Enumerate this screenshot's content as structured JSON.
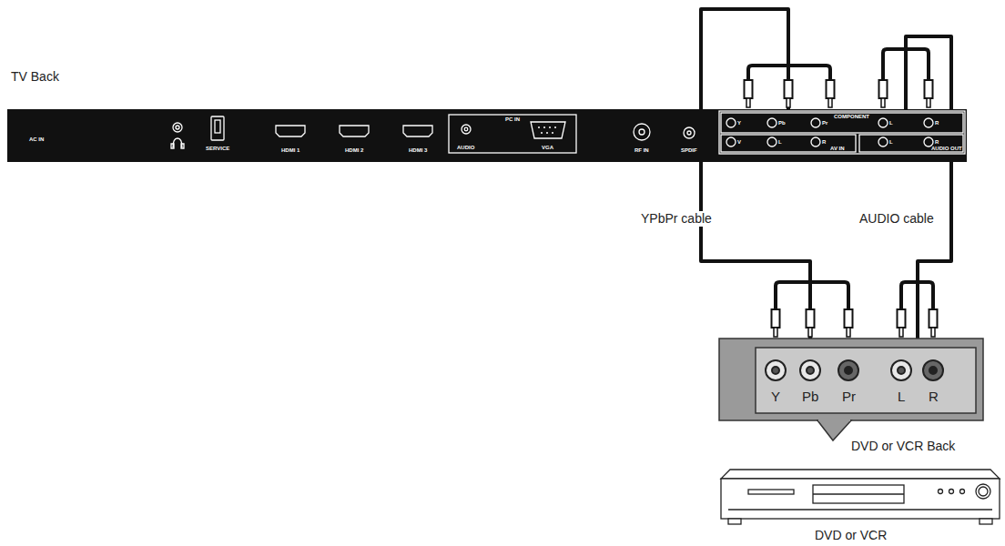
{
  "diagram": {
    "nodes": [
      {
        "text": [
          "TV Back"
        ]
      },
      {
        "text": [
          "DVD or VCR Back"
        ]
      },
      {
        "text": [
          "DVD or VCR"
        ]
      }
    ],
    "edges": [
      {
        "from": 0,
        "to": 1,
        "arrow": "none",
        "label": "YPbPr cable"
      },
      {
        "from": 0,
        "to": 1,
        "arrow": "none",
        "label": "AUDIO cable"
      }
    ],
    "labels": [
      "AC IN",
      "SERVICE",
      "HDMI 1",
      "HDMI 2",
      "HDMI 3",
      "PC IN",
      "AUDIO",
      "VGA",
      "RF IN",
      "SPDIF",
      "COMPONENT",
      "Y",
      "Pb",
      "Pr",
      "L",
      "R",
      "V",
      "L",
      "R",
      "AV IN",
      "L",
      "R",
      "AUDIO OUT",
      "Y",
      "Pb",
      "Pr",
      "L",
      "R"
    ]
  }
}
